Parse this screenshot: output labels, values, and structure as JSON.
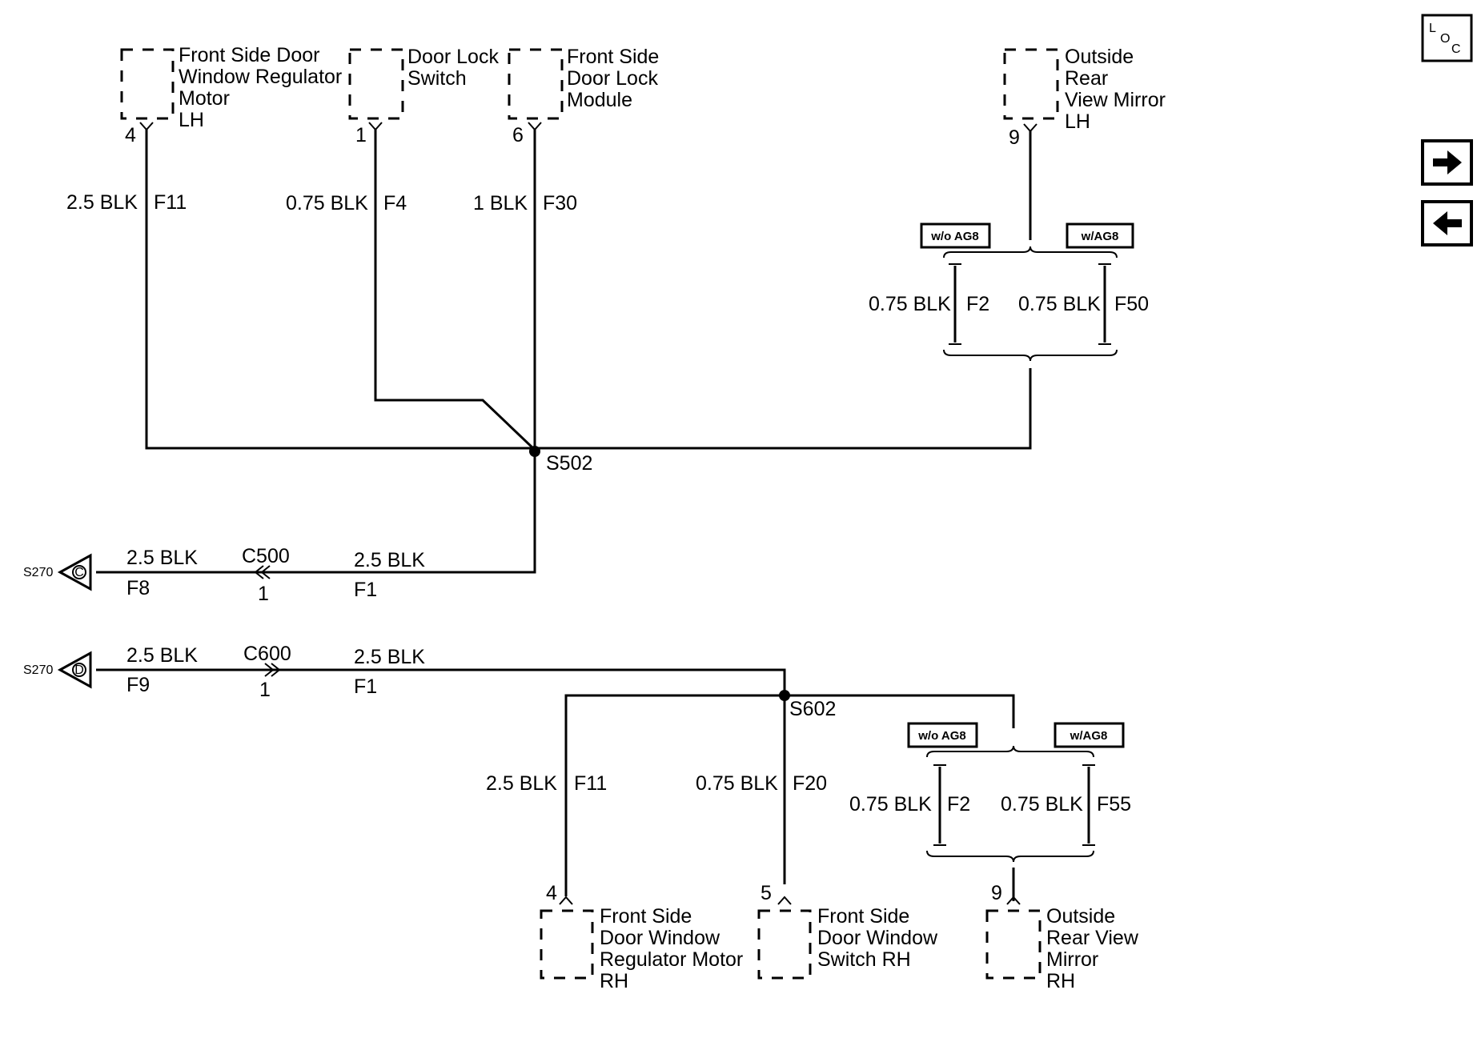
{
  "components": {
    "win_reg_lh": [
      "Front Side Door",
      "Window Regulator",
      "Motor",
      "LH"
    ],
    "door_lock_switch": [
      "Door Lock",
      "Switch"
    ],
    "door_lock_module": [
      "Front Side",
      "Door Lock",
      "Module"
    ],
    "mirror_lh": [
      "Outside",
      "Rear",
      "View Mirror",
      "LH"
    ],
    "win_reg_rh": [
      "Front Side",
      "Door Window",
      "Regulator Motor",
      "RH"
    ],
    "win_switch_rh": [
      "Front Side",
      "Door Window",
      "Switch RH"
    ],
    "mirror_rh": [
      "Outside",
      "Rear View",
      "Mirror",
      "RH"
    ]
  },
  "pins": {
    "win_reg_lh": "4",
    "door_lock_switch": "1",
    "door_lock_module": "6",
    "mirror_lh": "9",
    "win_reg_rh": "4",
    "win_switch_rh": "5",
    "mirror_rh": "9"
  },
  "wires": {
    "lh_reg": {
      "size": "2.5 BLK",
      "circuit": "F11"
    },
    "lh_switch": {
      "size": "0.75 BLK",
      "circuit": "F4"
    },
    "lh_module": {
      "size": "1 BLK",
      "circuit": "F30"
    },
    "lh_mirror_a": {
      "size": "0.75 BLK",
      "circuit": "F2"
    },
    "lh_mirror_b": {
      "size": "0.75 BLK",
      "circuit": "F50"
    },
    "c500_left": {
      "size": "2.5 BLK",
      "circuit": "F8"
    },
    "c500_right": {
      "size": "2.5 BLK",
      "circuit": "F1"
    },
    "c600_left": {
      "size": "2.5 BLK",
      "circuit": "F9"
    },
    "c600_right": {
      "size": "2.5 BLK",
      "circuit": "F1"
    },
    "rh_reg": {
      "size": "2.5 BLK",
      "circuit": "F11"
    },
    "rh_switch": {
      "size": "0.75 BLK",
      "circuit": "F20"
    },
    "rh_mirror_a": {
      "size": "0.75 BLK",
      "circuit": "F2"
    },
    "rh_mirror_b": {
      "size": "0.75 BLK",
      "circuit": "F55"
    }
  },
  "options": {
    "without": "w/o AG8",
    "with": "w/AG8"
  },
  "splices": {
    "top": "S502",
    "bottom": "S602"
  },
  "connectors": {
    "c500": {
      "name": "C500",
      "pin": "1"
    },
    "c600": {
      "name": "C600",
      "pin": "1"
    }
  },
  "offpage": {
    "top": {
      "ref": "S270",
      "letter": "C"
    },
    "bottom": {
      "ref": "S270",
      "letter": "D"
    }
  },
  "nav": {
    "loc": {
      "l": "L",
      "o": "O",
      "c": "C"
    },
    "next_icon": "arrow-right",
    "prev_icon": "arrow-left"
  }
}
